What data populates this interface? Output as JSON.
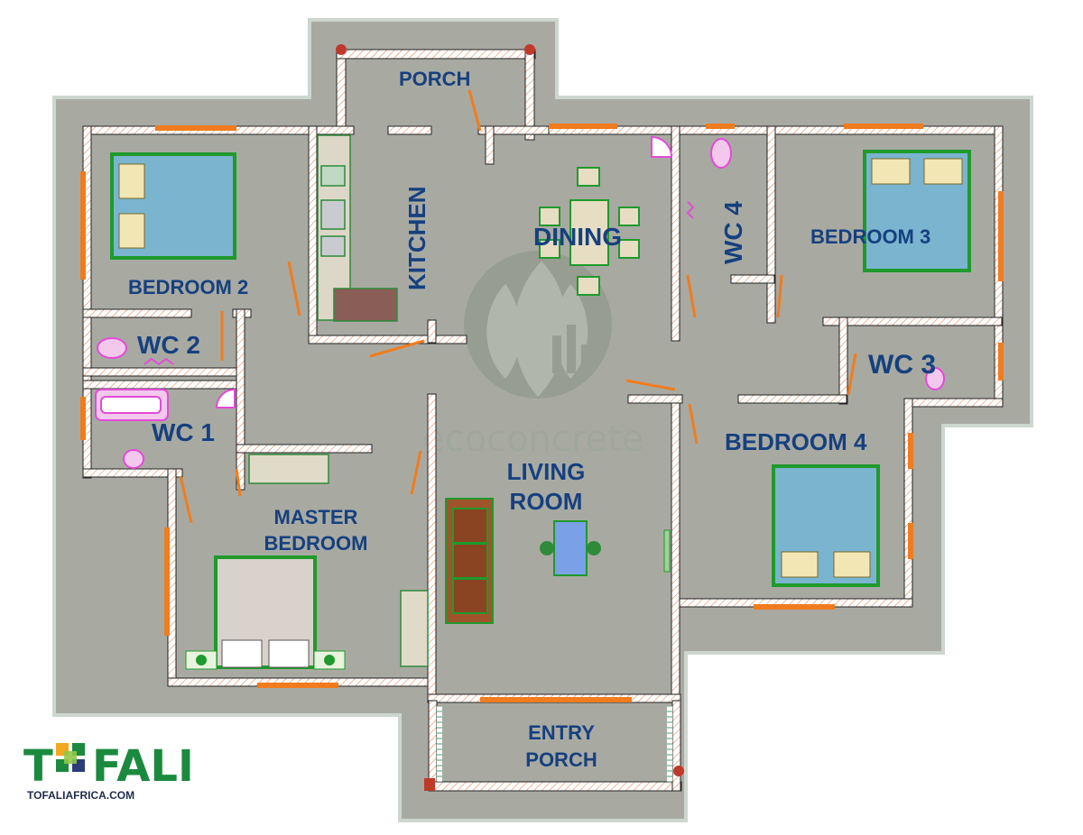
{
  "rooms": {
    "porch": "PORCH",
    "kitchen": "KITCHEN",
    "dining": "DINING",
    "wc4": "WC 4",
    "bedroom3": "BEDROOM 3",
    "bedroom2": "BEDROOM 2",
    "wc2": "WC 2",
    "wc1": "WC 1",
    "wc3": "WC 3",
    "bedroom4": "BEDROOM 4",
    "living_line1": "LIVING",
    "living_line2": "ROOM",
    "master_line1": "MASTER",
    "master_line2": "BEDROOM",
    "entry_line1": "ENTRY",
    "entry_line2": "PORCH"
  },
  "watermark": {
    "text": "ecoconcrete"
  },
  "brand": {
    "word_start": "T",
    "word_end": "FALI",
    "url": "TOFALIAFRICA.COM"
  },
  "colors": {
    "slab": "#a8aaa2",
    "slab_edge": "#c8cfc9",
    "wall": "#ffffff",
    "wall_hatch": "#d9622b",
    "window": "#f07c1e",
    "label": "#16407f",
    "furniture_green": "#1f9a2c",
    "bed_blue": "#7ab4cf",
    "fixture_pink": "#e44ad8",
    "brand_green": "#1b8a3e"
  }
}
